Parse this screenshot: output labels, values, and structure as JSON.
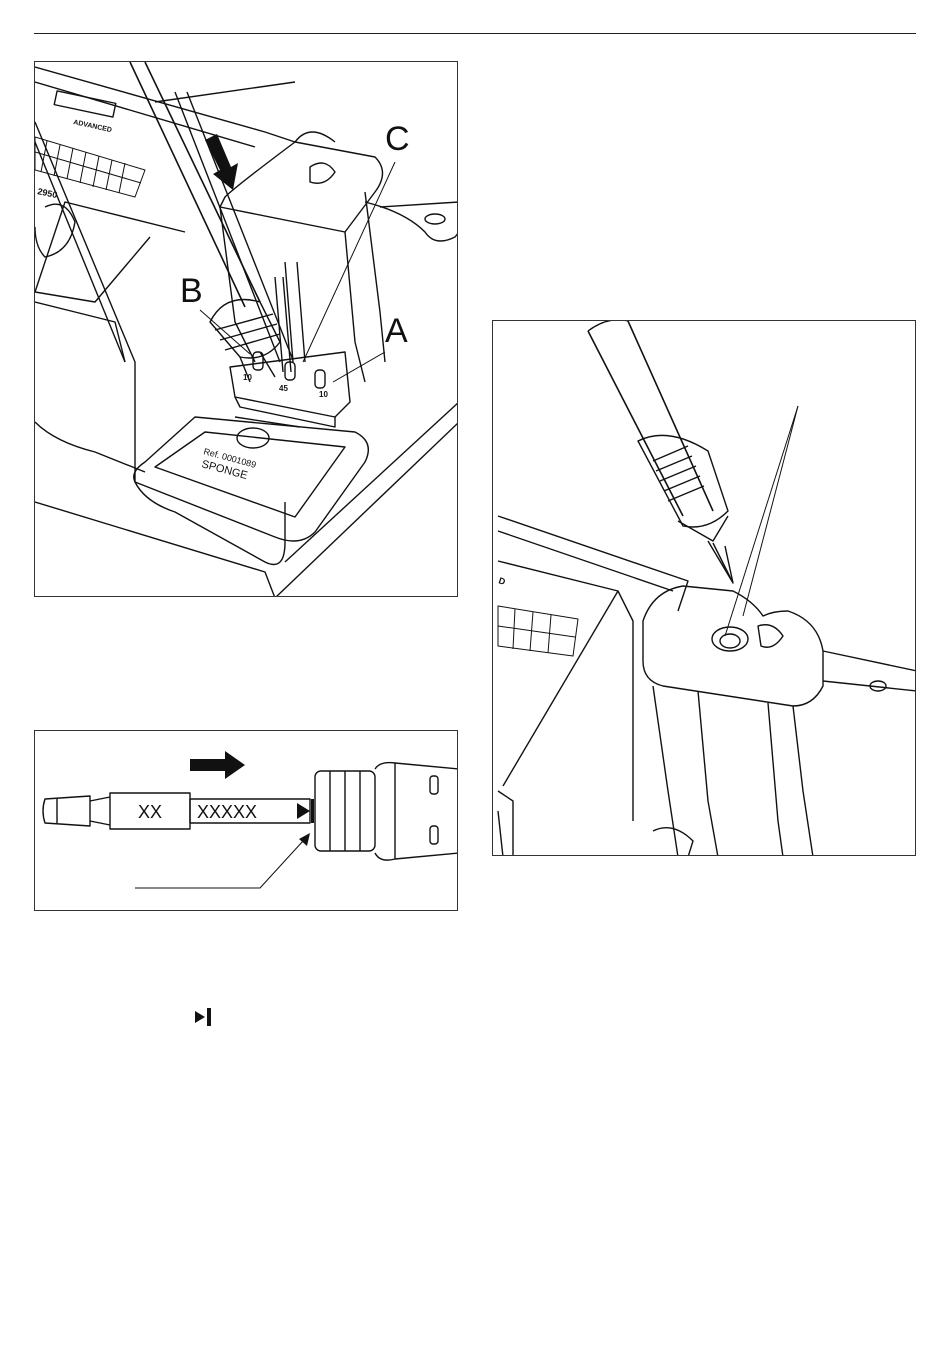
{
  "figure1": {
    "labels": {
      "a": "A",
      "b": "B",
      "c": "C"
    },
    "slots": [
      "10",
      "45",
      "10"
    ],
    "model": "2950",
    "brand_text": "ADVANCED",
    "sponge_ref": "Ref. 0001089",
    "sponge_label": "SPONGE"
  },
  "figure2": {
    "code_short": "XX",
    "code_long": "XXXXX"
  },
  "figure3": {
    "model_fragment": "D"
  },
  "colors": {
    "ink": "#111111",
    "paper": "#ffffff",
    "shade": "#e8e8e8"
  }
}
